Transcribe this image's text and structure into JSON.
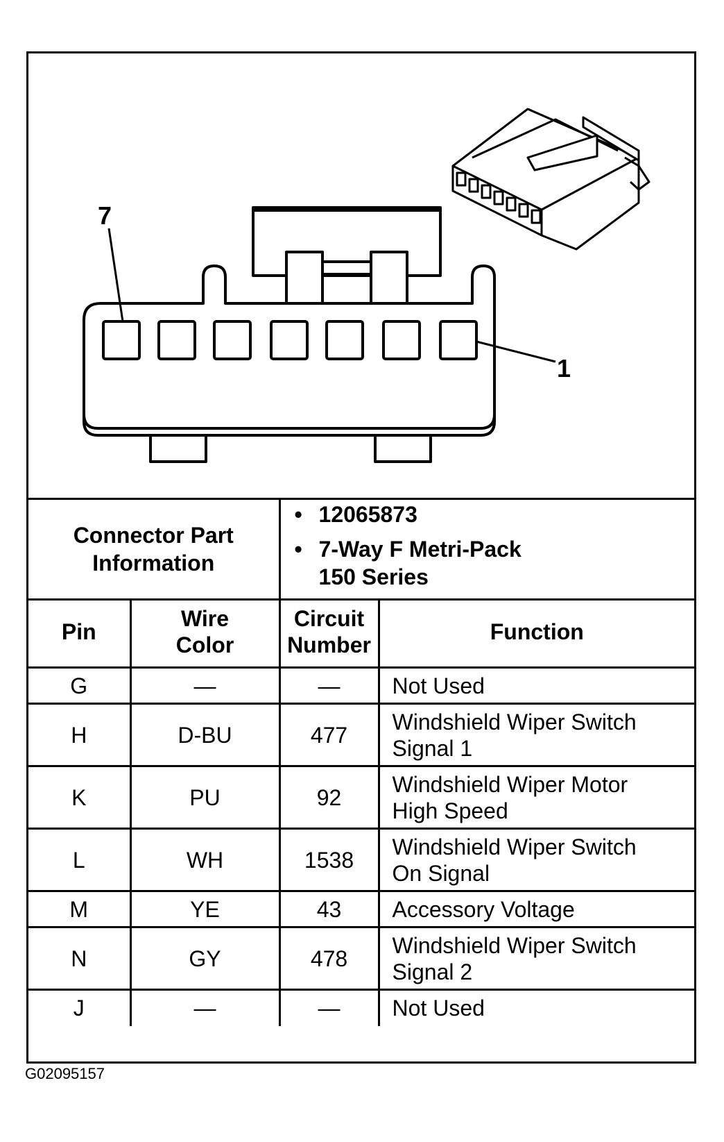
{
  "diagram": {
    "pin_label_left": "7",
    "pin_label_right": "1"
  },
  "connector_info": {
    "label_line1": "Connector Part",
    "label_line2": "Information",
    "part_number": "12065873",
    "description_line1": "7-Way F Metri-Pack",
    "description_line2": "150 Series"
  },
  "table": {
    "headers": {
      "pin": "Pin",
      "wire_color_1": "Wire",
      "wire_color_2": "Color",
      "circuit_1": "Circuit",
      "circuit_2": "Number",
      "function": "Function"
    },
    "rows": [
      {
        "pin": "G",
        "color": "—",
        "circuit": "—",
        "function_1": "Not Used",
        "function_2": ""
      },
      {
        "pin": "H",
        "color": "D-BU",
        "circuit": "477",
        "function_1": "Windshield Wiper Switch",
        "function_2": "Signal 1"
      },
      {
        "pin": "K",
        "color": "PU",
        "circuit": "92",
        "function_1": "Windshield Wiper Motor",
        "function_2": "High Speed"
      },
      {
        "pin": "L",
        "color": "WH",
        "circuit": "1538",
        "function_1": "Windshield Wiper Switch",
        "function_2": "On Signal"
      },
      {
        "pin": "M",
        "color": "YE",
        "circuit": "43",
        "function_1": "Accessory Voltage",
        "function_2": ""
      },
      {
        "pin": "N",
        "color": "GY",
        "circuit": "478",
        "function_1": "Windshield Wiper Switch",
        "function_2": "Signal 2"
      },
      {
        "pin": "J",
        "color": "—",
        "circuit": "—",
        "function_1": "Not Used",
        "function_2": ""
      }
    ]
  },
  "footer": {
    "code": "G02095157"
  }
}
